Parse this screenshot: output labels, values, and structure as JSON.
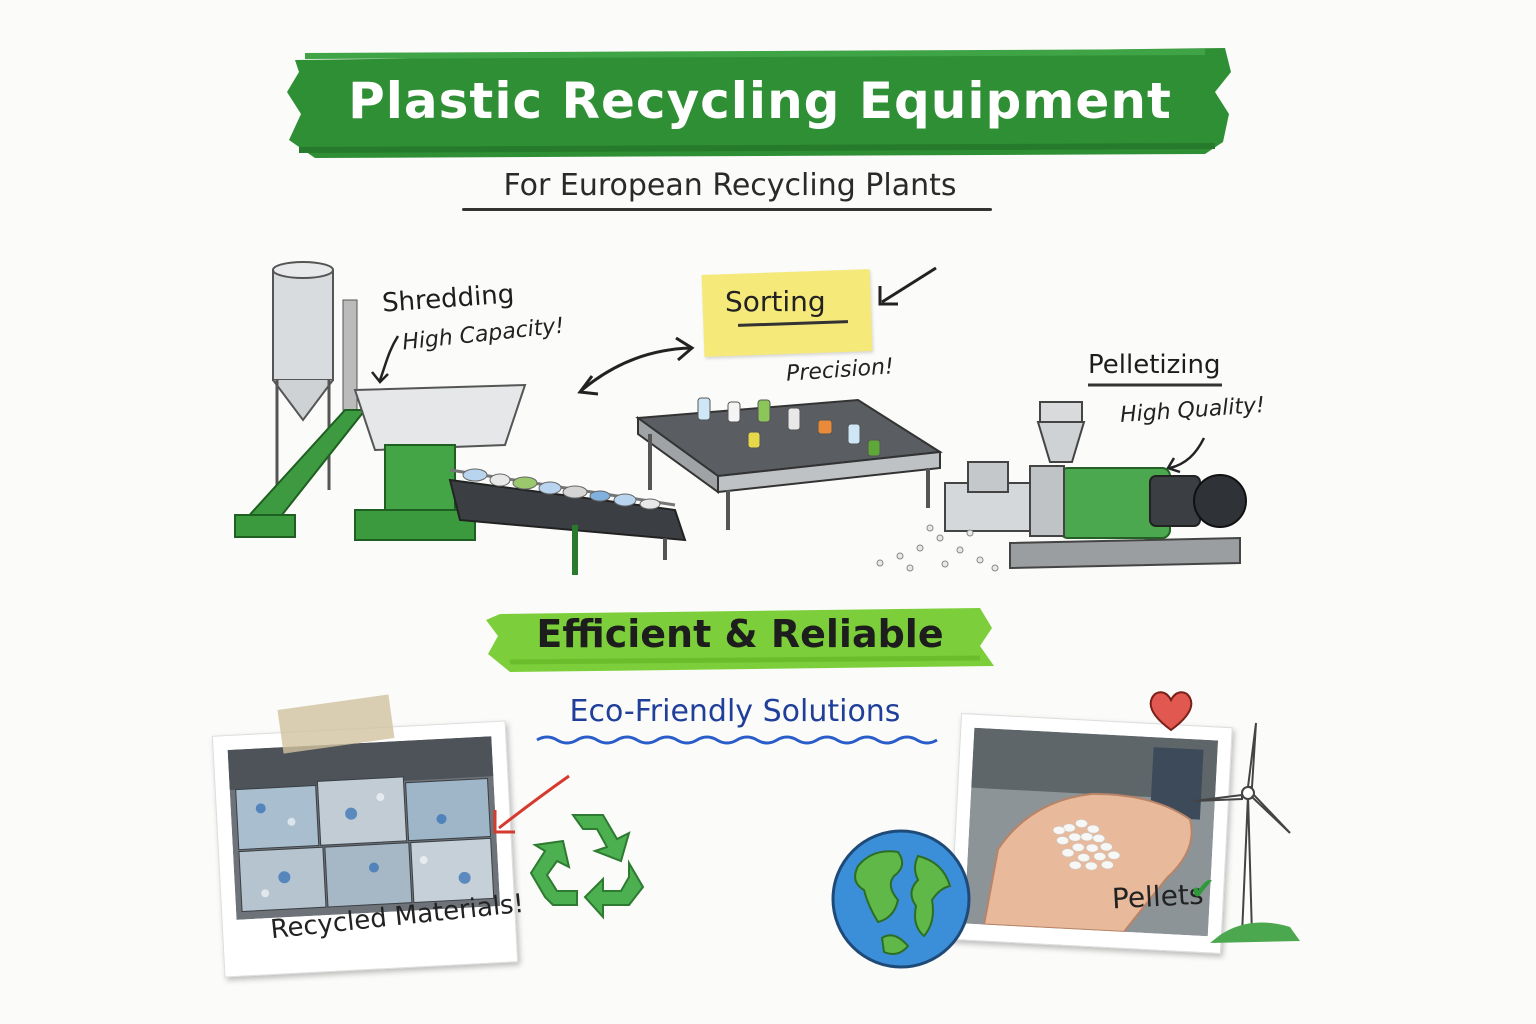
{
  "title": "Plastic Recycling Equipment",
  "subtitle": "For European Recycling Plants",
  "stages": {
    "shredding": {
      "label": "Shredding",
      "note": "High Capacity!"
    },
    "sorting": {
      "label": "Sorting",
      "note": "Precision!"
    },
    "pelletizing": {
      "label": "Pelletizing",
      "note": "High Quality!"
    }
  },
  "banner": "Efficient & Reliable",
  "tagline": "Eco-Friendly Solutions",
  "photos": {
    "left_caption": "Recycled Materials!",
    "right_caption": "Pellets"
  },
  "colors": {
    "brand_green": "#2f8f35",
    "lime_green": "#7ccf3a",
    "note_yellow": "#f5e97a",
    "tagline_blue": "#1f3f9a"
  },
  "icons": [
    "recycle-icon",
    "globe-icon",
    "heart-icon",
    "wind-turbine-icon",
    "checkmark-icon"
  ]
}
